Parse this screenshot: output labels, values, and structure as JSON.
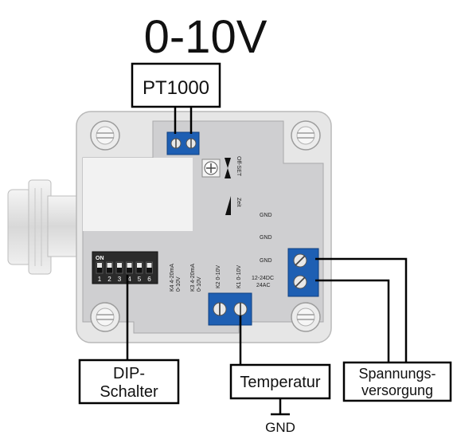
{
  "title": "0-10V",
  "labels": {
    "pt1000": "PT1000",
    "dip_line1": "DIP-",
    "dip_line2": "Schalter",
    "temperatur": "Temperatur",
    "spannung_line1": "Spannungs-",
    "spannung_line2": "versorgung",
    "gnd_bottom": "GND"
  },
  "board": {
    "offset": "Off-SET",
    "zeit": "Zeit",
    "gnd_1": "GND",
    "gnd_2": "GND",
    "gnd_3": "GND",
    "supply_1": "12-24DC",
    "supply_2": "24AC",
    "k4_line1": "K4 4-20mA",
    "k4_line2": "0-10V",
    "k3_line1": "K3 4-20mA",
    "k3_line2": "0-10V",
    "k2": "K2 0-10V",
    "k1": "K1 0-10V",
    "dip_on": "ON",
    "dip_numbers": [
      "1",
      "2",
      "3",
      "4",
      "5",
      "6"
    ]
  },
  "colors": {
    "terminal_blue": "#1e5fb3",
    "housing": "#e6e6e6",
    "board": "#cfcfd1",
    "wire": "#000000"
  }
}
